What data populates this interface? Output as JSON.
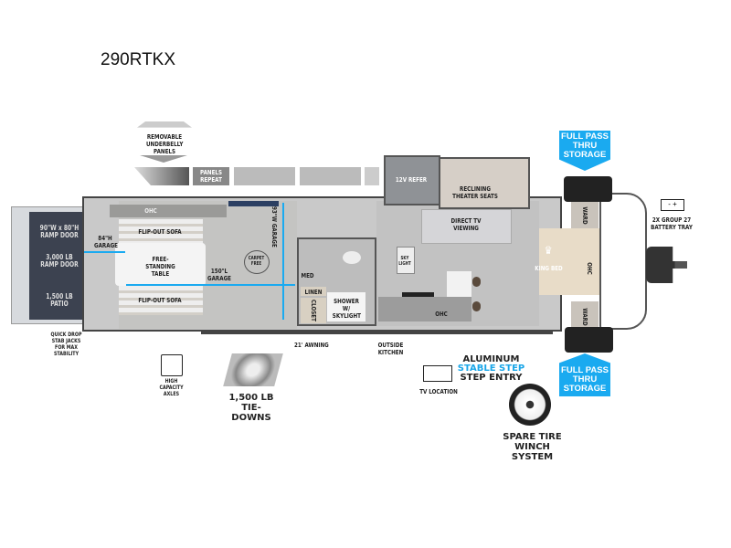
{
  "title": "290RTKX",
  "underbelly": {
    "label": "REMOVABLE UNDERBELLY PANELS",
    "repeat": "PANELS REPEAT"
  },
  "garage": {
    "ramp_size": "90\"W x 80\"H RAMP DOOR",
    "ramp_weight": "3,000 LB RAMP DOOR",
    "patio": "1,500 LB PATIO",
    "height": "84\"H GARAGE",
    "length": "150\"L GARAGE",
    "width": "93\"W GARAGE",
    "ohc": "OHC",
    "sofa_top": "FLIP-OUT SOFA",
    "sofa_bottom": "FLIP-OUT SOFA",
    "table": "FREE-STANDING TABLE",
    "carpet": "CARPET FREE"
  },
  "bath": {
    "med": "MED",
    "linen": "LINEN",
    "closet": "CLOSET",
    "shower": "SHOWER W/ SKYLIGHT"
  },
  "living": {
    "refer": "12V REFER",
    "seats": "RECLINING THEATER SEATS",
    "tv": "DIRECT TV VIEWING",
    "skylight": "SKY LIGHT",
    "ohc": "OHC"
  },
  "bedroom": {
    "bed": "KING BED",
    "ward_top": "WARD",
    "ward_bottom": "WARD",
    "ohc": "OHC"
  },
  "callouts": {
    "stab": "QUICK DROP STAB JACKS FOR MAX STABILITY",
    "axles": "HIGH CAPACITY AXLES",
    "tiedowns": "1,500 LB TIE-DOWNS",
    "awning": "21' AWNING",
    "kitchen": "OUTSIDE KITCHEN",
    "tv_location": "TV LOCATION",
    "step_1": "ALUMINUM",
    "step_2": "STABLE STEP",
    "step_3": "STEP ENTRY",
    "spare": "SPARE TIRE WINCH SYSTEM",
    "storage_top": "FULL PASS THRU STORAGE",
    "storage_bottom": "FULL PASS THRU STORAGE",
    "battery": "2X GROUP 27 BATTERY TRAY",
    "battery_symbols": "-  +"
  }
}
